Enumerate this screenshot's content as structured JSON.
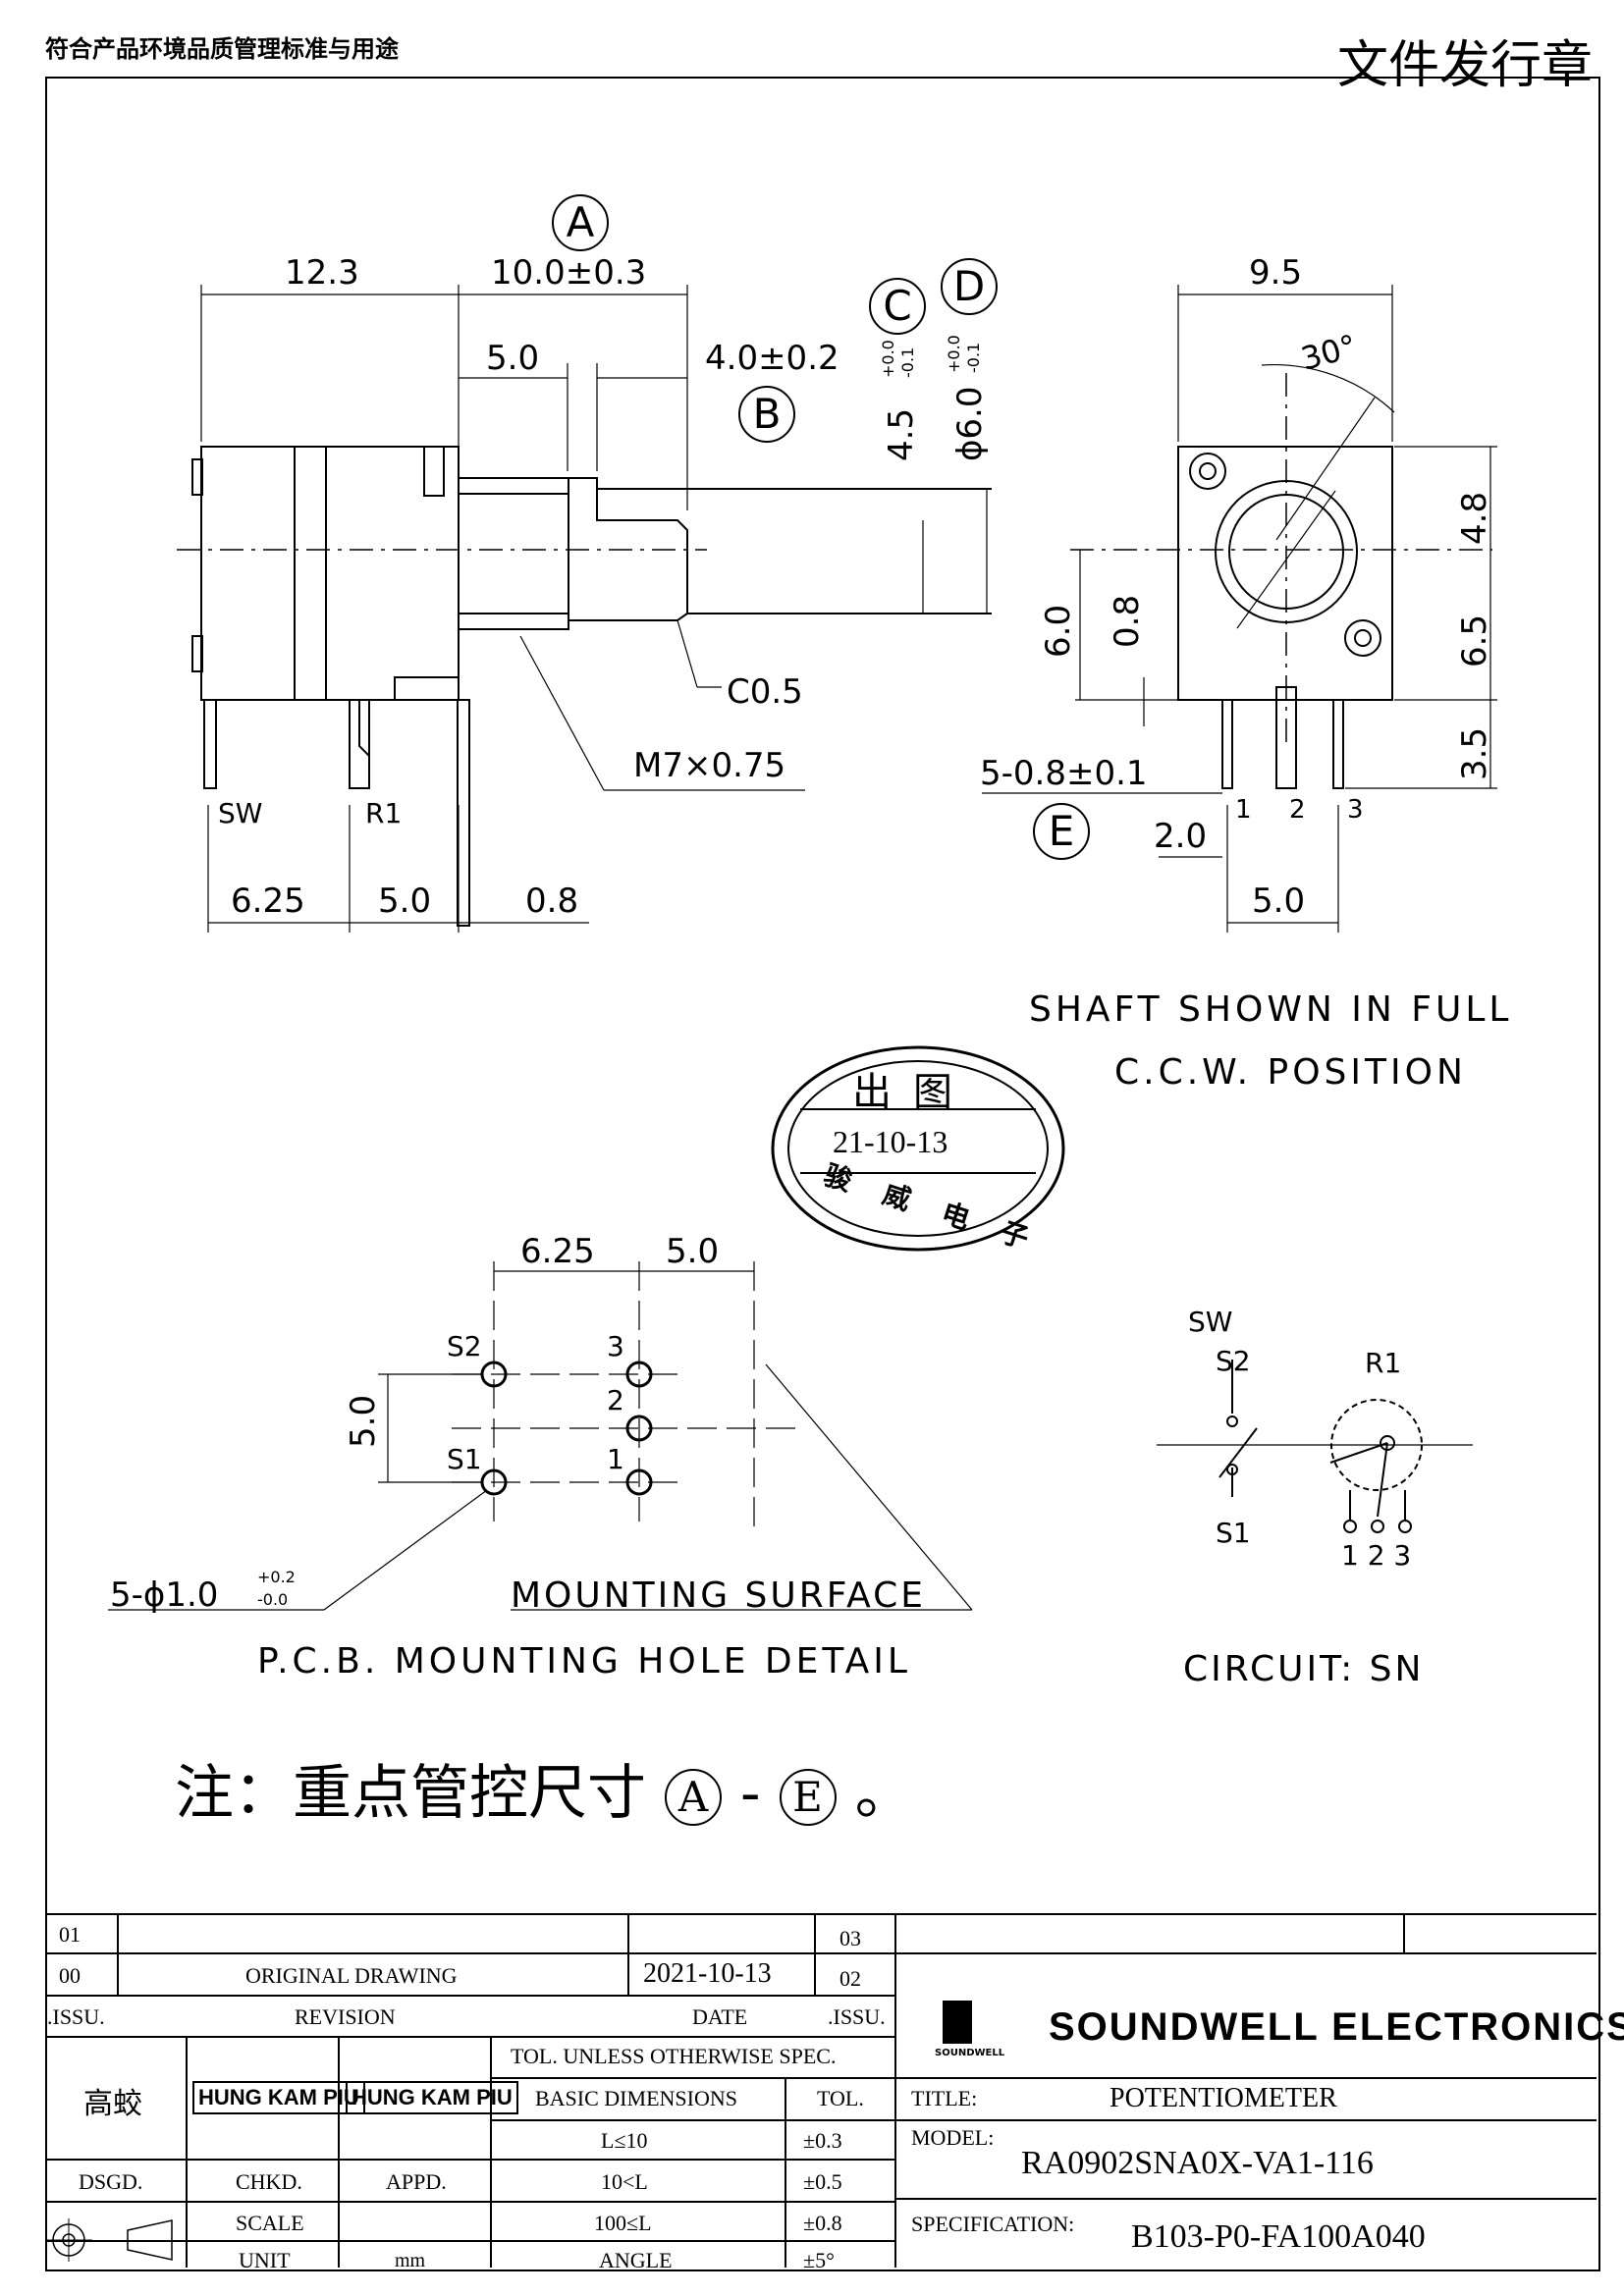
{
  "header": {
    "left_text": "符合产品环境品质管理标准与用途",
    "right_text": "文件发行章"
  },
  "drawing": {
    "marker_A": "A",
    "marker_B": "B",
    "marker_C": "C",
    "marker_D": "D",
    "marker_E": "E",
    "dim_12_3": "12.3",
    "dim_10_0": "10.0±0.3",
    "dim_5_0_top": "5.0",
    "dim_4_0": "4.0±0.2",
    "dim_4_5": "4.5",
    "dim_4_5_tol_up": "+0.0",
    "dim_4_5_tol_dn": "-0.1",
    "dim_6_0_phi": "ϕ6.0",
    "dim_6_0_tol_up": "+0.0",
    "dim_6_0_tol_dn": "-0.1",
    "chamfer": "C0.5",
    "thread": "M7×0.75",
    "sw_label": "SW",
    "r1_label": "R1",
    "dim_6_25": "6.25",
    "dim_5_0_bottom": "5.0",
    "dim_0_8": "0.8",
    "dim_9_5": "9.5",
    "angle_30": "30°",
    "dim_4_8": "4.8",
    "dim_6_0_side": "6.0",
    "dim_0_8_side": "0.8",
    "dim_6_5": "6.5",
    "dim_3_5": "3.5",
    "pins_dim": "5-0.8±0.1",
    "dim_2_0": "2.0",
    "dim_5_0_side": "5.0",
    "pin1": "1",
    "pin2": "2",
    "pin3": "3",
    "shaft_note_1": "SHAFT SHOWN IN FULL",
    "shaft_note_2": "C.C.W. POSITION",
    "pcb_dim_6_25": "6.25",
    "pcb_dim_5_0_top": "5.0",
    "pcb_dim_5_0_side": "5.0",
    "pcb_s2": "S2",
    "pcb_s1": "S1",
    "pcb_3": "3",
    "pcb_2": "2",
    "pcb_1": "1",
    "hole_dim": "5-ϕ1.0",
    "hole_tol_up": "+0.2",
    "hole_tol_dn": "-0.0",
    "mounting_surface": "MOUNTING SURFACE",
    "pcb_title": "P.C.B. MOUNTING HOLE DETAIL",
    "circuit_sw": "SW",
    "circuit_s2": "S2",
    "circuit_s1": "S1",
    "circuit_r1": "R1",
    "circuit_pins": "1 2 3",
    "circuit_title": "CIRCUIT: SN"
  },
  "stamp": {
    "line1": "出 图",
    "date": "21-10-13",
    "bottom": "骏 威 电 子"
  },
  "note": {
    "prefix": "注：重点管控尺寸",
    "from": "A",
    "dash": "-",
    "to": "E",
    "suffix": "。"
  },
  "title_block": {
    "rev_01": "01",
    "rev_00": "00",
    "issu_label_left": ".ISSU.",
    "original_drawing": "ORIGINAL  DRAWING",
    "revision_label": "REVISION",
    "date_value": "2021-10-13",
    "date_label": "DATE",
    "rev_03": "03",
    "rev_02": "02",
    "issu_label_right": ".ISSU.",
    "designer": "高蛟",
    "checker": "HUNG KAM PIU",
    "approver": "HUNG KAM PIU",
    "dsgd": "DSGD.",
    "chkd": "CHKD.",
    "appd": "APPD.",
    "tol_header": "TOL. UNLESS  OTHERWISE  SPEC.",
    "basic_dim": "BASIC DIMENSIONS",
    "tol_label": "TOL.",
    "r1_range": "L≤10",
    "r1_tol": "±0.3",
    "r2_range": "10<L",
    "r2_tol": "±0.5",
    "r3_range": "100≤L",
    "r3_tol": "±0.8",
    "angle_label": "ANGLE",
    "angle_tol": "±5°",
    "scale_label": "SCALE",
    "unit_label": "UNIT",
    "unit_value": "mm",
    "logo_text": "SOUNDWELL",
    "company": "SOUNDWELL ELECTRONICS",
    "title_label": "TITLE:",
    "title_value": "POTENTIOMETER",
    "model_label": "MODEL:",
    "model_value": "RA0902SNA0X-VA1-116",
    "spec_label": "SPECIFICATION:",
    "spec_value": "B103-P0-FA100A040"
  }
}
